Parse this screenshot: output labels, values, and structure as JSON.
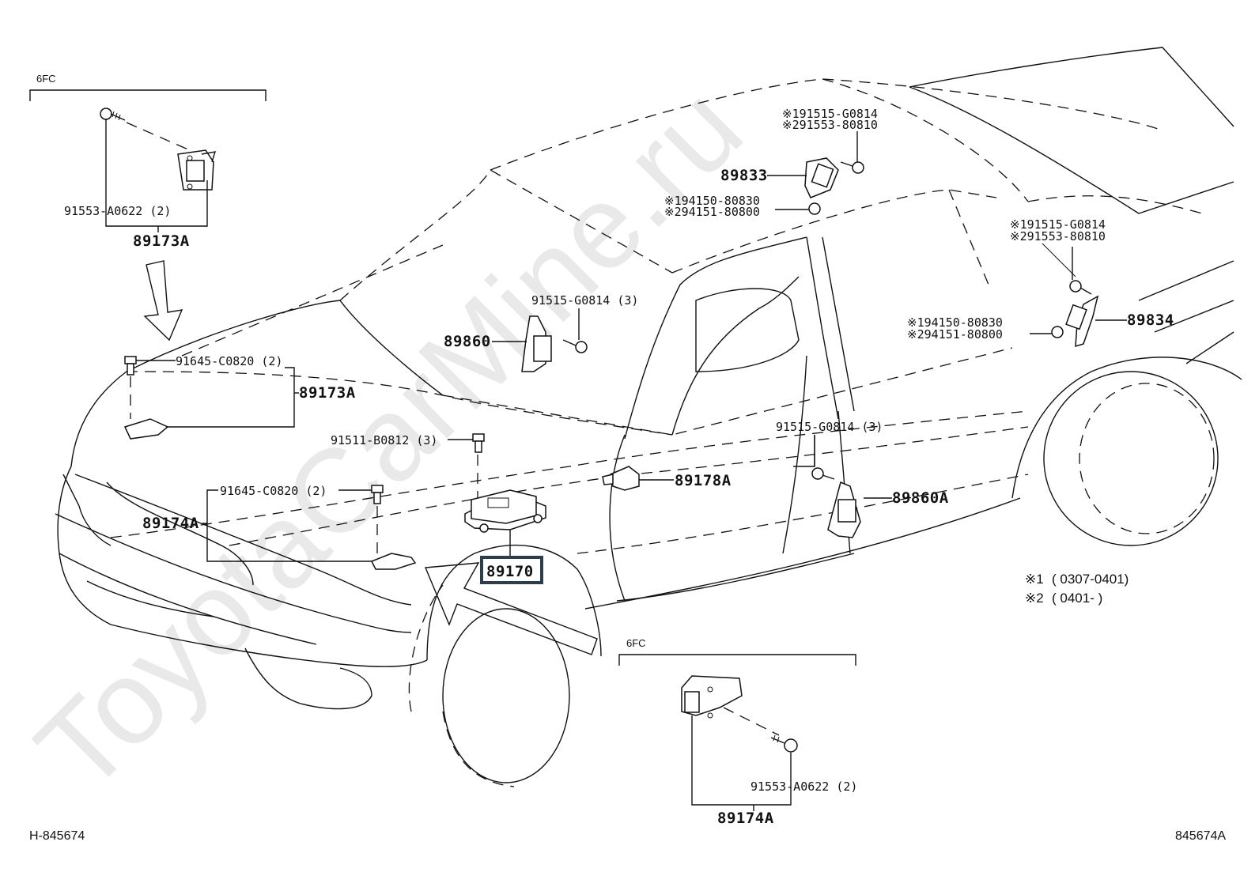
{
  "diagram": {
    "type": "exploded parts diagram",
    "subject": "Airbag sensors and center airbag sensor assembly",
    "watermark": "ToyotaCarMine.ru",
    "figure_id_left": "H-845674",
    "figure_id_right": "845674A",
    "highlighted_part": "89170",
    "insets": [
      {
        "label": "6FC",
        "bolt": "91553-A0622 (2)",
        "part": "89173A"
      },
      {
        "label": "6FC",
        "bolt": "91553-A0622 (2)",
        "part": "89174A"
      }
    ],
    "callouts": {
      "inset_top_bolt": "91553-A0622 (2)",
      "inset_top_part": "89173A",
      "front_left_bolt": "91645-C0820 (2)",
      "front_left_part": "89173A",
      "front_right_bolt": "91645-C0820 (2)",
      "front_right_part": "89174A",
      "center_bolt": "91511-B0812 (3)",
      "center_part": "89170",
      "side_left_bolt": "91515-G0814 (3)",
      "side_left_part": "89860",
      "side_right_bolt": "91515-G0814 (3)",
      "side_right_part": "89860A",
      "door_part": "89178A",
      "curtain_left_part": "89833",
      "curtain_left_bolt_1": "※191515-G0814",
      "curtain_left_bolt_2": "※291553-80810",
      "curtain_left_nut_1": "※194150-80830",
      "curtain_left_nut_2": "※294151-80800",
      "curtain_right_part": "89834",
      "curtain_right_bolt_1": "※191515-G0814",
      "curtain_right_bolt_2": "※291553-80810",
      "curtain_right_nut_1": "※194150-80830",
      "curtain_right_nut_2": "※294151-80800",
      "inset_bottom_bolt": "91553-A0622 (2)",
      "inset_bottom_part": "89174A"
    },
    "legend": [
      {
        "mark": "※1",
        "range": "( 0307-0401)"
      },
      {
        "mark": "※2",
        "range": "( 0401-        )"
      }
    ]
  }
}
